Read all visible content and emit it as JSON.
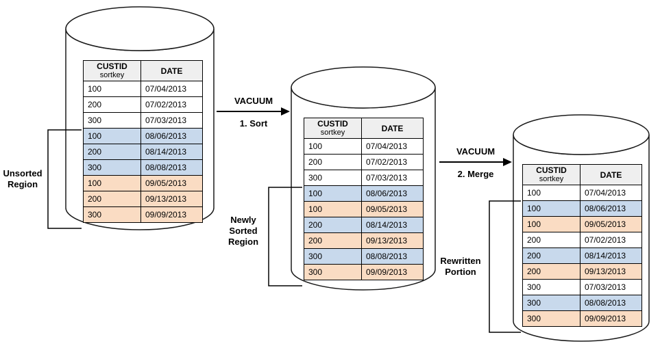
{
  "colors": {
    "blue": "#c8d9ec",
    "orange": "#fadcc3",
    "header_bg": "#efefef",
    "line": "#000000"
  },
  "cylinders": [
    {
      "id": "unsorted-table",
      "region_label": "Unsorted\nRegion",
      "header": {
        "custid": "CUSTID",
        "sortkey": "sortkey",
        "date": "DATE"
      },
      "rows": [
        {
          "custid": "100",
          "date": "07/04/2013",
          "color": "white"
        },
        {
          "custid": "200",
          "date": "07/02/2013",
          "color": "white"
        },
        {
          "custid": "300",
          "date": "07/03/2013",
          "color": "white"
        },
        {
          "custid": "100",
          "date": "08/06/2013",
          "color": "blue"
        },
        {
          "custid": "200",
          "date": "08/14/2013",
          "color": "blue"
        },
        {
          "custid": "300",
          "date": "08/08/2013",
          "color": "blue"
        },
        {
          "custid": "100",
          "date": "09/05/2013",
          "color": "orange"
        },
        {
          "custid": "200",
          "date": "09/13/2013",
          "color": "orange"
        },
        {
          "custid": "300",
          "date": "09/09/2013",
          "color": "orange"
        }
      ]
    },
    {
      "id": "newly-sorted-table",
      "region_label": "Newly\nSorted\nRegion",
      "header": {
        "custid": "CUSTID",
        "sortkey": "sortkey",
        "date": "DATE"
      },
      "rows": [
        {
          "custid": "100",
          "date": "07/04/2013",
          "color": "white"
        },
        {
          "custid": "200",
          "date": "07/02/2013",
          "color": "white"
        },
        {
          "custid": "300",
          "date": "07/03/2013",
          "color": "white"
        },
        {
          "custid": "100",
          "date": "08/06/2013",
          "color": "blue"
        },
        {
          "custid": "100",
          "date": "09/05/2013",
          "color": "orange"
        },
        {
          "custid": "200",
          "date": "08/14/2013",
          "color": "blue"
        },
        {
          "custid": "200",
          "date": "09/13/2013",
          "color": "orange"
        },
        {
          "custid": "300",
          "date": "08/08/2013",
          "color": "blue"
        },
        {
          "custid": "300",
          "date": "09/09/2013",
          "color": "orange"
        }
      ]
    },
    {
      "id": "merged-table",
      "region_label": "Rewritten\nPortion",
      "header": {
        "custid": "CUSTID",
        "sortkey": "sortkey",
        "date": "DATE"
      },
      "rows": [
        {
          "custid": "100",
          "date": "07/04/2013",
          "color": "white"
        },
        {
          "custid": "100",
          "date": "08/06/2013",
          "color": "blue"
        },
        {
          "custid": "100",
          "date": "09/05/2013",
          "color": "orange"
        },
        {
          "custid": "200",
          "date": "07/02/2013",
          "color": "white"
        },
        {
          "custid": "200",
          "date": "08/14/2013",
          "color": "blue"
        },
        {
          "custid": "200",
          "date": "09/13/2013",
          "color": "orange"
        },
        {
          "custid": "300",
          "date": "07/03/2013",
          "color": "white"
        },
        {
          "custid": "300",
          "date": "08/08/2013",
          "color": "blue"
        },
        {
          "custid": "300",
          "date": "09/09/2013",
          "color": "orange"
        }
      ]
    }
  ],
  "arrows": [
    {
      "title": "VACUUM",
      "step": "1. Sort"
    },
    {
      "title": "VACUUM",
      "step": "2. Merge"
    }
  ]
}
